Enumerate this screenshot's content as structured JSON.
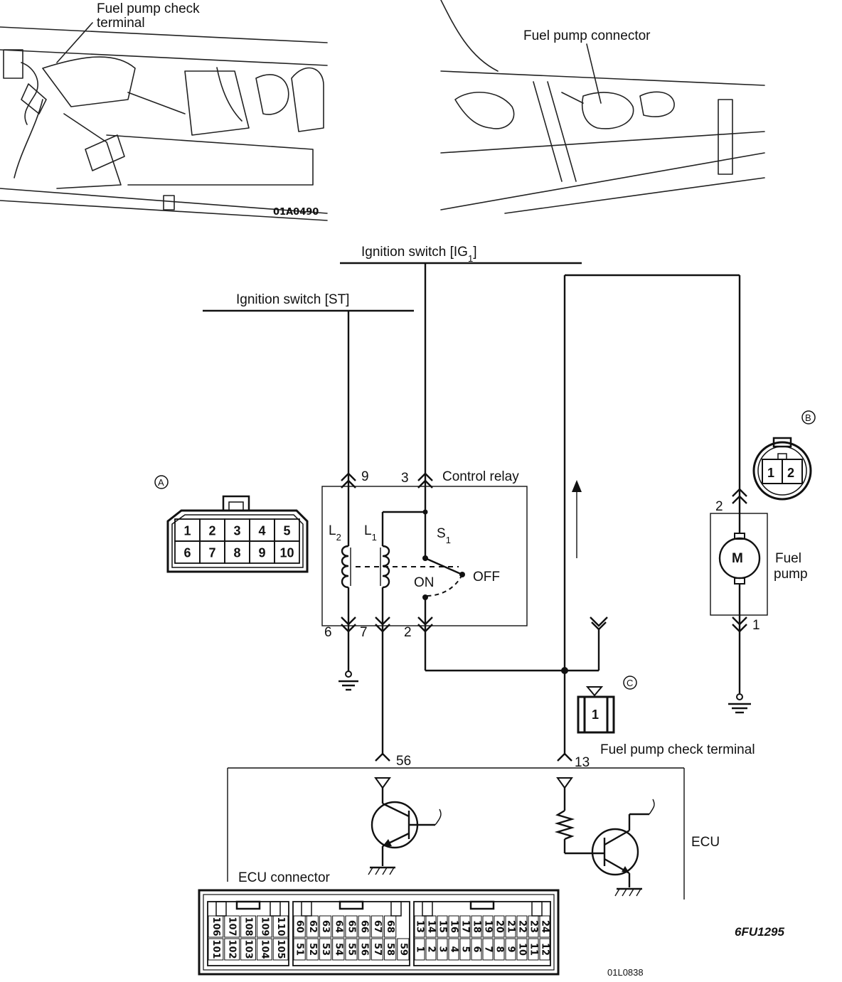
{
  "illustrations": {
    "left": {
      "label_line1": "Fuel pump check",
      "label_line2": "terminal",
      "code": "01A0490"
    },
    "right": {
      "label": "Fuel pump connector"
    }
  },
  "schematic": {
    "ig1_label": "Ignition switch [IG",
    "ig1_sub": "1",
    "ig1_close": "]",
    "st_label": "Ignition switch [ST]",
    "relay_label": "Control relay",
    "relay_pins": {
      "p9": "9",
      "p3": "3",
      "p6": "6",
      "p7": "7",
      "p2": "2"
    },
    "coil_l2": "L",
    "coil_l2_sub": "2",
    "coil_l1": "L",
    "coil_l1_sub": "1",
    "switch_s1": "S",
    "switch_s1_sub": "1",
    "switch_on": "ON",
    "switch_off": "OFF",
    "fuel_pump_label_line1": "Fuel",
    "fuel_pump_label_line2": "pump",
    "motor_symbol": "M",
    "pump_pin_top": "2",
    "pump_pin_bottom": "1",
    "check_terminal_label": "Fuel pump check terminal",
    "ecu_label": "ECU",
    "ecu_pin_56": "56",
    "ecu_pin_13": "13",
    "ecu_connector_label": "ECU connector",
    "diagram_code": "6FU1295",
    "drawing_code": "01L0838"
  },
  "connector_a": {
    "marker": "A",
    "row1": [
      "1",
      "2",
      "3",
      "4",
      "5"
    ],
    "row2": [
      "6",
      "7",
      "8",
      "9",
      "10"
    ]
  },
  "connector_b": {
    "marker": "B",
    "pins": [
      "1",
      "2"
    ]
  },
  "connector_c": {
    "marker": "C",
    "pins": [
      "1"
    ]
  },
  "ecu_connector": {
    "block1": {
      "top": [
        "106",
        "107",
        "108",
        "109",
        "110"
      ],
      "bottom": [
        "101",
        "102",
        "103",
        "104",
        "105"
      ]
    },
    "block2": {
      "top": [
        "60",
        "62",
        "63",
        "64",
        "65",
        "66",
        "67",
        "68"
      ],
      "bottom": [
        "51",
        "52",
        "53",
        "54",
        "55",
        "56",
        "57",
        "58",
        "59"
      ]
    },
    "block3": {
      "top": [
        "13",
        "14",
        "15",
        "16",
        "17",
        "18",
        "19",
        "20",
        "21",
        "22",
        "23",
        "24"
      ],
      "bottom": [
        "1",
        "2",
        "3",
        "4",
        "5",
        "6",
        "7",
        "8",
        "9",
        "10",
        "11",
        "12"
      ]
    }
  },
  "colors": {
    "ink": "#111111",
    "paper": "#ffffff"
  }
}
